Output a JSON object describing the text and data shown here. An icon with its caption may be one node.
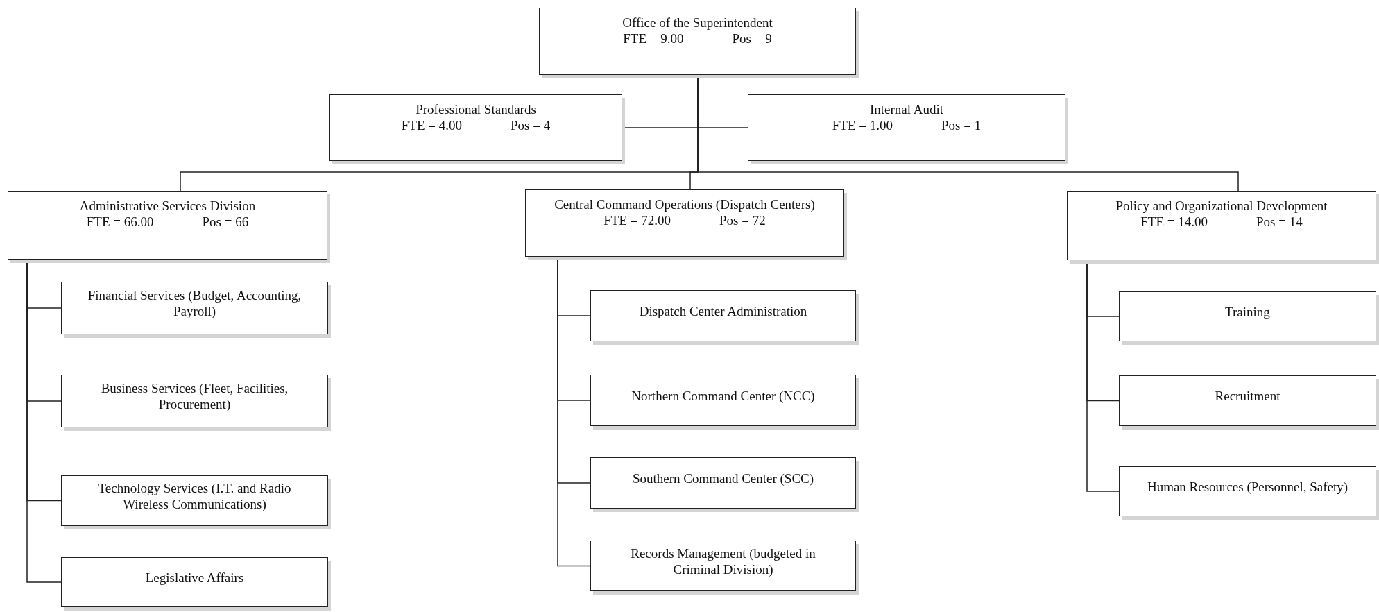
{
  "diagram": {
    "nodes": [
      {
        "text": [
          "Office of the Superintendent",
          "FTE = 9.00",
          "Pos = 9"
        ]
      },
      {
        "text": [
          "Professional Standards",
          "FTE = 4.00",
          "Pos = 4"
        ]
      },
      {
        "text": [
          "Internal Audit",
          "FTE = 1.00",
          "Pos = 1"
        ]
      },
      {
        "text": [
          "Administrative Services Division",
          "FTE = 66.00",
          "Pos = 66"
        ]
      },
      {
        "text": [
          "Central Command Operations (Dispatch Centers)",
          "FTE = 72.00",
          "Pos = 72"
        ]
      },
      {
        "text": [
          "Policy and Organizational Development",
          "FTE = 14.00",
          "Pos = 14"
        ]
      },
      {
        "text": [
          "Financial Services (Budget, Accounting, Payroll)"
        ]
      },
      {
        "text": [
          "Business Services (Fleet, Facilities, Procurement)"
        ]
      },
      {
        "text": [
          "Technology Services (I.T. and Radio Wireless Communications)"
        ]
      },
      {
        "text": [
          "Legislative Affairs"
        ]
      },
      {
        "text": [
          "Dispatch Center Administration"
        ]
      },
      {
        "text": [
          "Northern Command Center (NCC)"
        ]
      },
      {
        "text": [
          "Southern Command Center (SCC)"
        ]
      },
      {
        "text": [
          "Records Management (budgeted in Criminal Division)"
        ]
      },
      {
        "text": [
          "Training"
        ]
      },
      {
        "text": [
          "Recruitment"
        ]
      },
      {
        "text": [
          "Human Resources (Personnel, Safety)"
        ]
      }
    ],
    "edges": [
      {
        "from": 0,
        "to": 1,
        "arrow": "none"
      },
      {
        "from": 0,
        "to": 2,
        "arrow": "none"
      },
      {
        "from": 0,
        "to": 3,
        "arrow": "none"
      },
      {
        "from": 0,
        "to": 4,
        "arrow": "none"
      },
      {
        "from": 0,
        "to": 5,
        "arrow": "none"
      },
      {
        "from": 3,
        "to": 6,
        "arrow": "none"
      },
      {
        "from": 3,
        "to": 7,
        "arrow": "none"
      },
      {
        "from": 3,
        "to": 8,
        "arrow": "none"
      },
      {
        "from": 3,
        "to": 9,
        "arrow": "none"
      },
      {
        "from": 4,
        "to": 10,
        "arrow": "none"
      },
      {
        "from": 4,
        "to": 11,
        "arrow": "none"
      },
      {
        "from": 4,
        "to": 12,
        "arrow": "none"
      },
      {
        "from": 4,
        "to": 13,
        "arrow": "none"
      },
      {
        "from": 5,
        "to": 14,
        "arrow": "none"
      },
      {
        "from": 5,
        "to": 15,
        "arrow": "none"
      },
      {
        "from": 5,
        "to": 16,
        "arrow": "none"
      }
    ]
  }
}
